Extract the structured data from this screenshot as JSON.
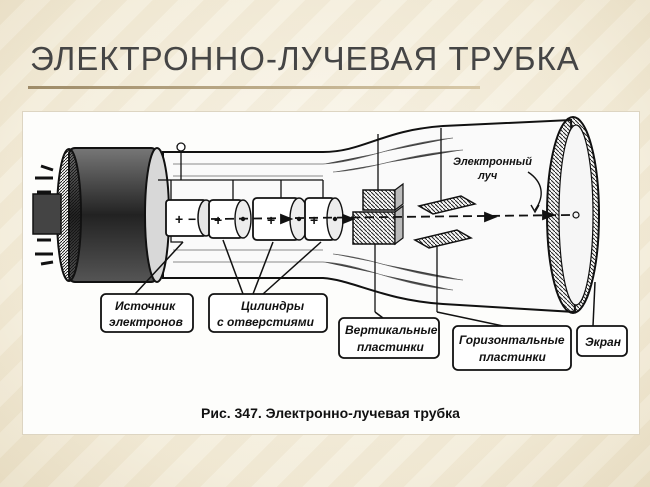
{
  "slide": {
    "title": "ЭЛЕКТРОННО-ЛУЧЕВАЯ ТРУБКА"
  },
  "diagram": {
    "caption": "Рис. 347. Электронно-лучевая трубка",
    "labels": {
      "electron_source_line1": "Источник",
      "electron_source_line2": "электронов",
      "cylinders_line1": "Цилиндры",
      "cylinders_line2": "с отверстиями",
      "vertical_plates_line1": "Вертикальные",
      "vertical_plates_line2": "пластинки",
      "horizontal_plates_line1": "Горизонтальные",
      "horizontal_plates_line2": "пластинки",
      "screen": "Экран",
      "beam_line1": "Электронный",
      "beam_line2": "луч"
    },
    "symbols": {
      "plus": "+",
      "minus": "−"
    }
  }
}
